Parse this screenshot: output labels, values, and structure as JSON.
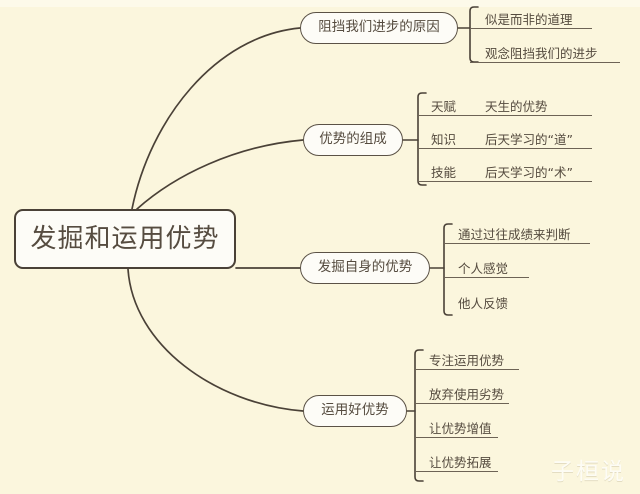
{
  "canvas": {
    "background_color": "#fbf6dd",
    "line_color": "#4a4137",
    "text_color": "#554b3f"
  },
  "root": {
    "label": "发掘和运用优势"
  },
  "branches": [
    {
      "label": "阻挡我们进步的原因",
      "leaves": [
        {
          "key": "",
          "text": "似是而非的道理"
        },
        {
          "key": "",
          "text": "观念阻挡我们的进步"
        }
      ]
    },
    {
      "label": "优势的组成",
      "leaves": [
        {
          "key": "天赋",
          "text": "天生的优势"
        },
        {
          "key": "知识",
          "text": "后天学习的“道”"
        },
        {
          "key": "技能",
          "text": "后天学习的“术”"
        }
      ]
    },
    {
      "label": "发掘自身的优势",
      "leaves": [
        {
          "key": "",
          "text": "通过过往成绩来判断"
        },
        {
          "key": "",
          "text": "个人感觉"
        },
        {
          "key": "",
          "text": "他人反馈"
        }
      ]
    },
    {
      "label": "运用好优势",
      "leaves": [
        {
          "key": "",
          "text": "专注运用优势"
        },
        {
          "key": "",
          "text": "放弃使用劣势"
        },
        {
          "key": "",
          "text": "让优势增值"
        },
        {
          "key": "",
          "text": "让优势拓展"
        }
      ]
    }
  ],
  "watermark": {
    "text": "子桓说"
  }
}
